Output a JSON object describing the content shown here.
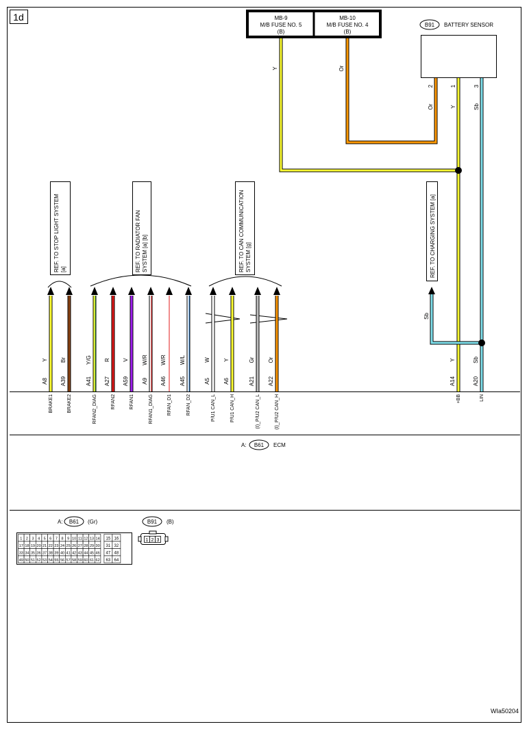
{
  "page_label": "1d",
  "figure_code": "WIa50204",
  "fuses": [
    {
      "line1": "MB-9",
      "line2": "M/B FUSE NO. 5",
      "line3": "(B)"
    },
    {
      "line1": "MB-10",
      "line2": "M/B FUSE NO. 4",
      "line3": "(B)"
    }
  ],
  "battery_sensor": {
    "code": "B91",
    "name": "BATTERY SENSOR",
    "pins": [
      "2",
      "1",
      "3"
    ],
    "wire_colors": [
      "Or",
      "Y",
      "Sb"
    ]
  },
  "fuse_wire_colors": [
    "Y",
    "Or"
  ],
  "references": [
    {
      "lines": [
        "REF. TO STOP LIGHT SYSTEM",
        "[a]"
      ]
    },
    {
      "lines": [
        "REF. TO RADIATOR FAN",
        "SYSTEM [a] [b]"
      ]
    },
    {
      "lines": [
        "REF. TO CAN COMMUNICATION",
        "SYSTEM [g]"
      ]
    },
    {
      "lines": [
        "REF. TO CHARGING SYSTEM [a]"
      ]
    }
  ],
  "ref_wire_color": "Sb",
  "ecm_wires": [
    {
      "pin": "A8",
      "color_code": "Y",
      "signal": "BRAKE1",
      "hex": "#ffff33"
    },
    {
      "pin": "A39",
      "color_code": "Br",
      "signal": "BRAKE2",
      "hex": "#8b4513"
    },
    {
      "pin": "A41",
      "color_code": "Y/G",
      "signal": "RFAN2_DIAG",
      "hex": "#ffff33"
    },
    {
      "pin": "A27",
      "color_code": "R",
      "signal": "RFAN2",
      "hex": "#e21a1a"
    },
    {
      "pin": "A59",
      "color_code": "V",
      "signal": "RFAN1",
      "hex": "#a020f0"
    },
    {
      "pin": "A9",
      "color_code": "W/R",
      "signal": "RFAN1_DIAG",
      "hex": "#ffffff"
    },
    {
      "pin": "A46",
      "color_code": "W/R",
      "signal": "RFAN_D1",
      "hex": "#ffffff"
    },
    {
      "pin": "A45",
      "color_code": "W/L",
      "signal": "RFAN_D2",
      "hex": "#ffffff"
    },
    {
      "pin": "A5",
      "color_code": "W",
      "signal": "P/U1 CAN_L",
      "hex": "#ffffff"
    },
    {
      "pin": "A6",
      "color_code": "Y",
      "signal": "P/U1 CAN_H",
      "hex": "#ffff33"
    },
    {
      "pin": "A21",
      "color_code": "Gr",
      "signal": "(I)_P/U2 CAN_L",
      "hex": "#c0c0c0"
    },
    {
      "pin": "A22",
      "color_code": "Or",
      "signal": "(I)_P/U2 CAN_H",
      "hex": "#ff9900"
    },
    {
      "pin": "A14",
      "color_code": "Y",
      "signal": "+BB",
      "hex": "#ffff33"
    },
    {
      "pin": "A20",
      "color_code": "Sb",
      "signal": "LIN",
      "hex": "#7fe0ec"
    }
  ],
  "ecm": {
    "prefix": "A:",
    "code": "B61",
    "name": "ECM"
  },
  "connector_a": {
    "prefix": "A:",
    "code": "B61",
    "color": "(Gr)",
    "rows": [
      [
        "1",
        "2",
        "3",
        "4",
        "5",
        "6",
        "7",
        "8",
        "9",
        "10",
        "11",
        "12",
        "13",
        "14"
      ],
      [
        "17",
        "18",
        "19",
        "20",
        "21",
        "22",
        "23",
        "24",
        "25",
        "26",
        "27",
        "28",
        "29",
        "30"
      ],
      [
        "33",
        "34",
        "35",
        "36",
        "37",
        "38",
        "39",
        "40",
        "41",
        "42",
        "43",
        "44",
        "45",
        "46"
      ],
      [
        "49",
        "50",
        "51",
        "52",
        "53",
        "54",
        "55",
        "56",
        "57",
        "58",
        "59",
        "60",
        "61",
        "62"
      ]
    ],
    "side_rows": [
      [
        "15",
        "16"
      ],
      [
        "31",
        "32"
      ],
      [
        "47",
        "48"
      ],
      [
        "63",
        "64"
      ]
    ]
  },
  "connector_b": {
    "code": "B91",
    "color": "(B)",
    "pins": [
      "1",
      "2",
      "3"
    ]
  },
  "colors": {
    "yellow": "#ffff33",
    "orange": "#ff9900",
    "sky_blue": "#7fe0ec",
    "brown": "#8b4513",
    "red": "#e21a1a",
    "violet": "#a020f0",
    "gray": "#c0c0c0",
    "green": "#4caf50",
    "blue_stripe": "#2a7fd4"
  }
}
